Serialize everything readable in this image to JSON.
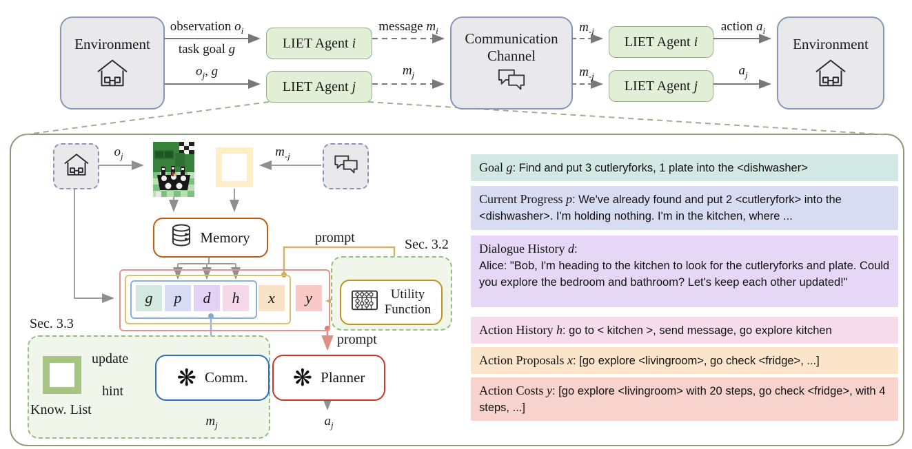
{
  "colors": {
    "node_gray_fill": "#e9e9ec",
    "node_gray_border": "#8695b3",
    "agent_green_fill": "#e2efd7",
    "agent_green_border": "#96ad88",
    "panel_border": "#8a9a78",
    "memory_border": "#c05a11",
    "utility_border": "#bd9321",
    "comm_border": "#2f6fbe",
    "planner_border": "#c43a28",
    "section_dash": "#94bd7e",
    "know_list_green": "#a6c584",
    "message_yellow": "#fcefc8",
    "wire_yellow": "#d2b567",
    "wire_blue": "#93b2d8",
    "wire_red": "#dd8e85",
    "wire_gray": "#8f8f8f",
    "var_g": "#d2e9e0",
    "var_p": "#d7dcf4",
    "var_d": "#e4d2f6",
    "var_h": "#f5d8e9",
    "var_x": "#fae2c6",
    "var_y": "#f8c9c7",
    "box_goal": "#d2e8e2",
    "box_progress": "#d8dcf2",
    "box_dialogue": "#e6d7f6",
    "box_action_history": "#f6dcea",
    "box_action_proposals": "#fbe4ca",
    "box_action_costs": "#f8d2cc"
  },
  "top": {
    "env_left": "Environment",
    "env_right": "Environment",
    "agent_name": "LIET Agent",
    "var_i": "i",
    "var_j": "j",
    "channel_l1": "Communication",
    "channel_l2": "Channel",
    "edges": {
      "obs": {
        "pre": "observation ",
        "v1": "o",
        "s1": "i"
      },
      "goal": {
        "pre": "task goal ",
        "v1": "g"
      },
      "ojg": {
        "v1": "o",
        "s1": "j",
        "mid": ", ",
        "v2": "g"
      },
      "msg": {
        "pre": "message ",
        "v1": "m",
        "s1": "i"
      },
      "mj": {
        "v1": "m",
        "s1": "j"
      },
      "mni": {
        "v1": "m",
        "s1": "-i"
      },
      "mnj": {
        "v1": "m",
        "s1": "-j"
      },
      "act": {
        "pre": "action ",
        "v1": "a",
        "s1": "i"
      },
      "aj": {
        "v1": "a",
        "s1": "j"
      }
    }
  },
  "panel": {
    "oj_in": {
      "v1": "o",
      "s1": "j"
    },
    "mnj_in": {
      "v1": "m",
      "s1": "-j"
    },
    "memory": "Memory",
    "utility_l1": "Utility",
    "utility_l2": "Function",
    "comm": "Comm.",
    "planner": "Planner",
    "know_list": "Know. List",
    "sec32": "Sec. 3.2",
    "sec33": "Sec. 3.3",
    "prompt_utility": "prompt",
    "prompt_comm": "prompt",
    "prompt_planner": "prompt",
    "update": "update",
    "hint": "hint",
    "mj_out": {
      "v1": "m",
      "s1": "j"
    },
    "aj_out": {
      "v1": "a",
      "s1": "j"
    },
    "vars": {
      "g": "g",
      "p": "p",
      "d": "d",
      "h": "h",
      "x": "x",
      "y": "y"
    }
  },
  "info_boxes": [
    {
      "label": "Goal",
      "var": "g",
      "text": ": Find and put 3 cutleryforks, 1 plate into the <dishwasher>"
    },
    {
      "label": "Current Progress",
      "var": "p",
      "text": ":  We've already found and put 2 <cutleryfork> into the <dishwasher>. I'm holding nothing. I'm in the kitchen, where ..."
    },
    {
      "label": "Dialogue History",
      "var": "d",
      "text": ":\nAlice: \"Bob, I'm heading to the kitchen to look for the cutleryforks and plate. Could you explore the bedroom and bathroom? Let's keep each other updated!\""
    },
    {
      "label": "Action History",
      "var": "h",
      "text": ": go to < kitchen >, send message, go explore kitchen"
    },
    {
      "label": "Action Proposals",
      "var": "x",
      "text": ": [go explore <livingroom>, go check <fridge>, ...]"
    },
    {
      "label": "Action Costs",
      "var": "y",
      "text": ": [go explore <livingroom> with 20 steps, go check <fridge>, with 4 steps, ...]"
    }
  ]
}
